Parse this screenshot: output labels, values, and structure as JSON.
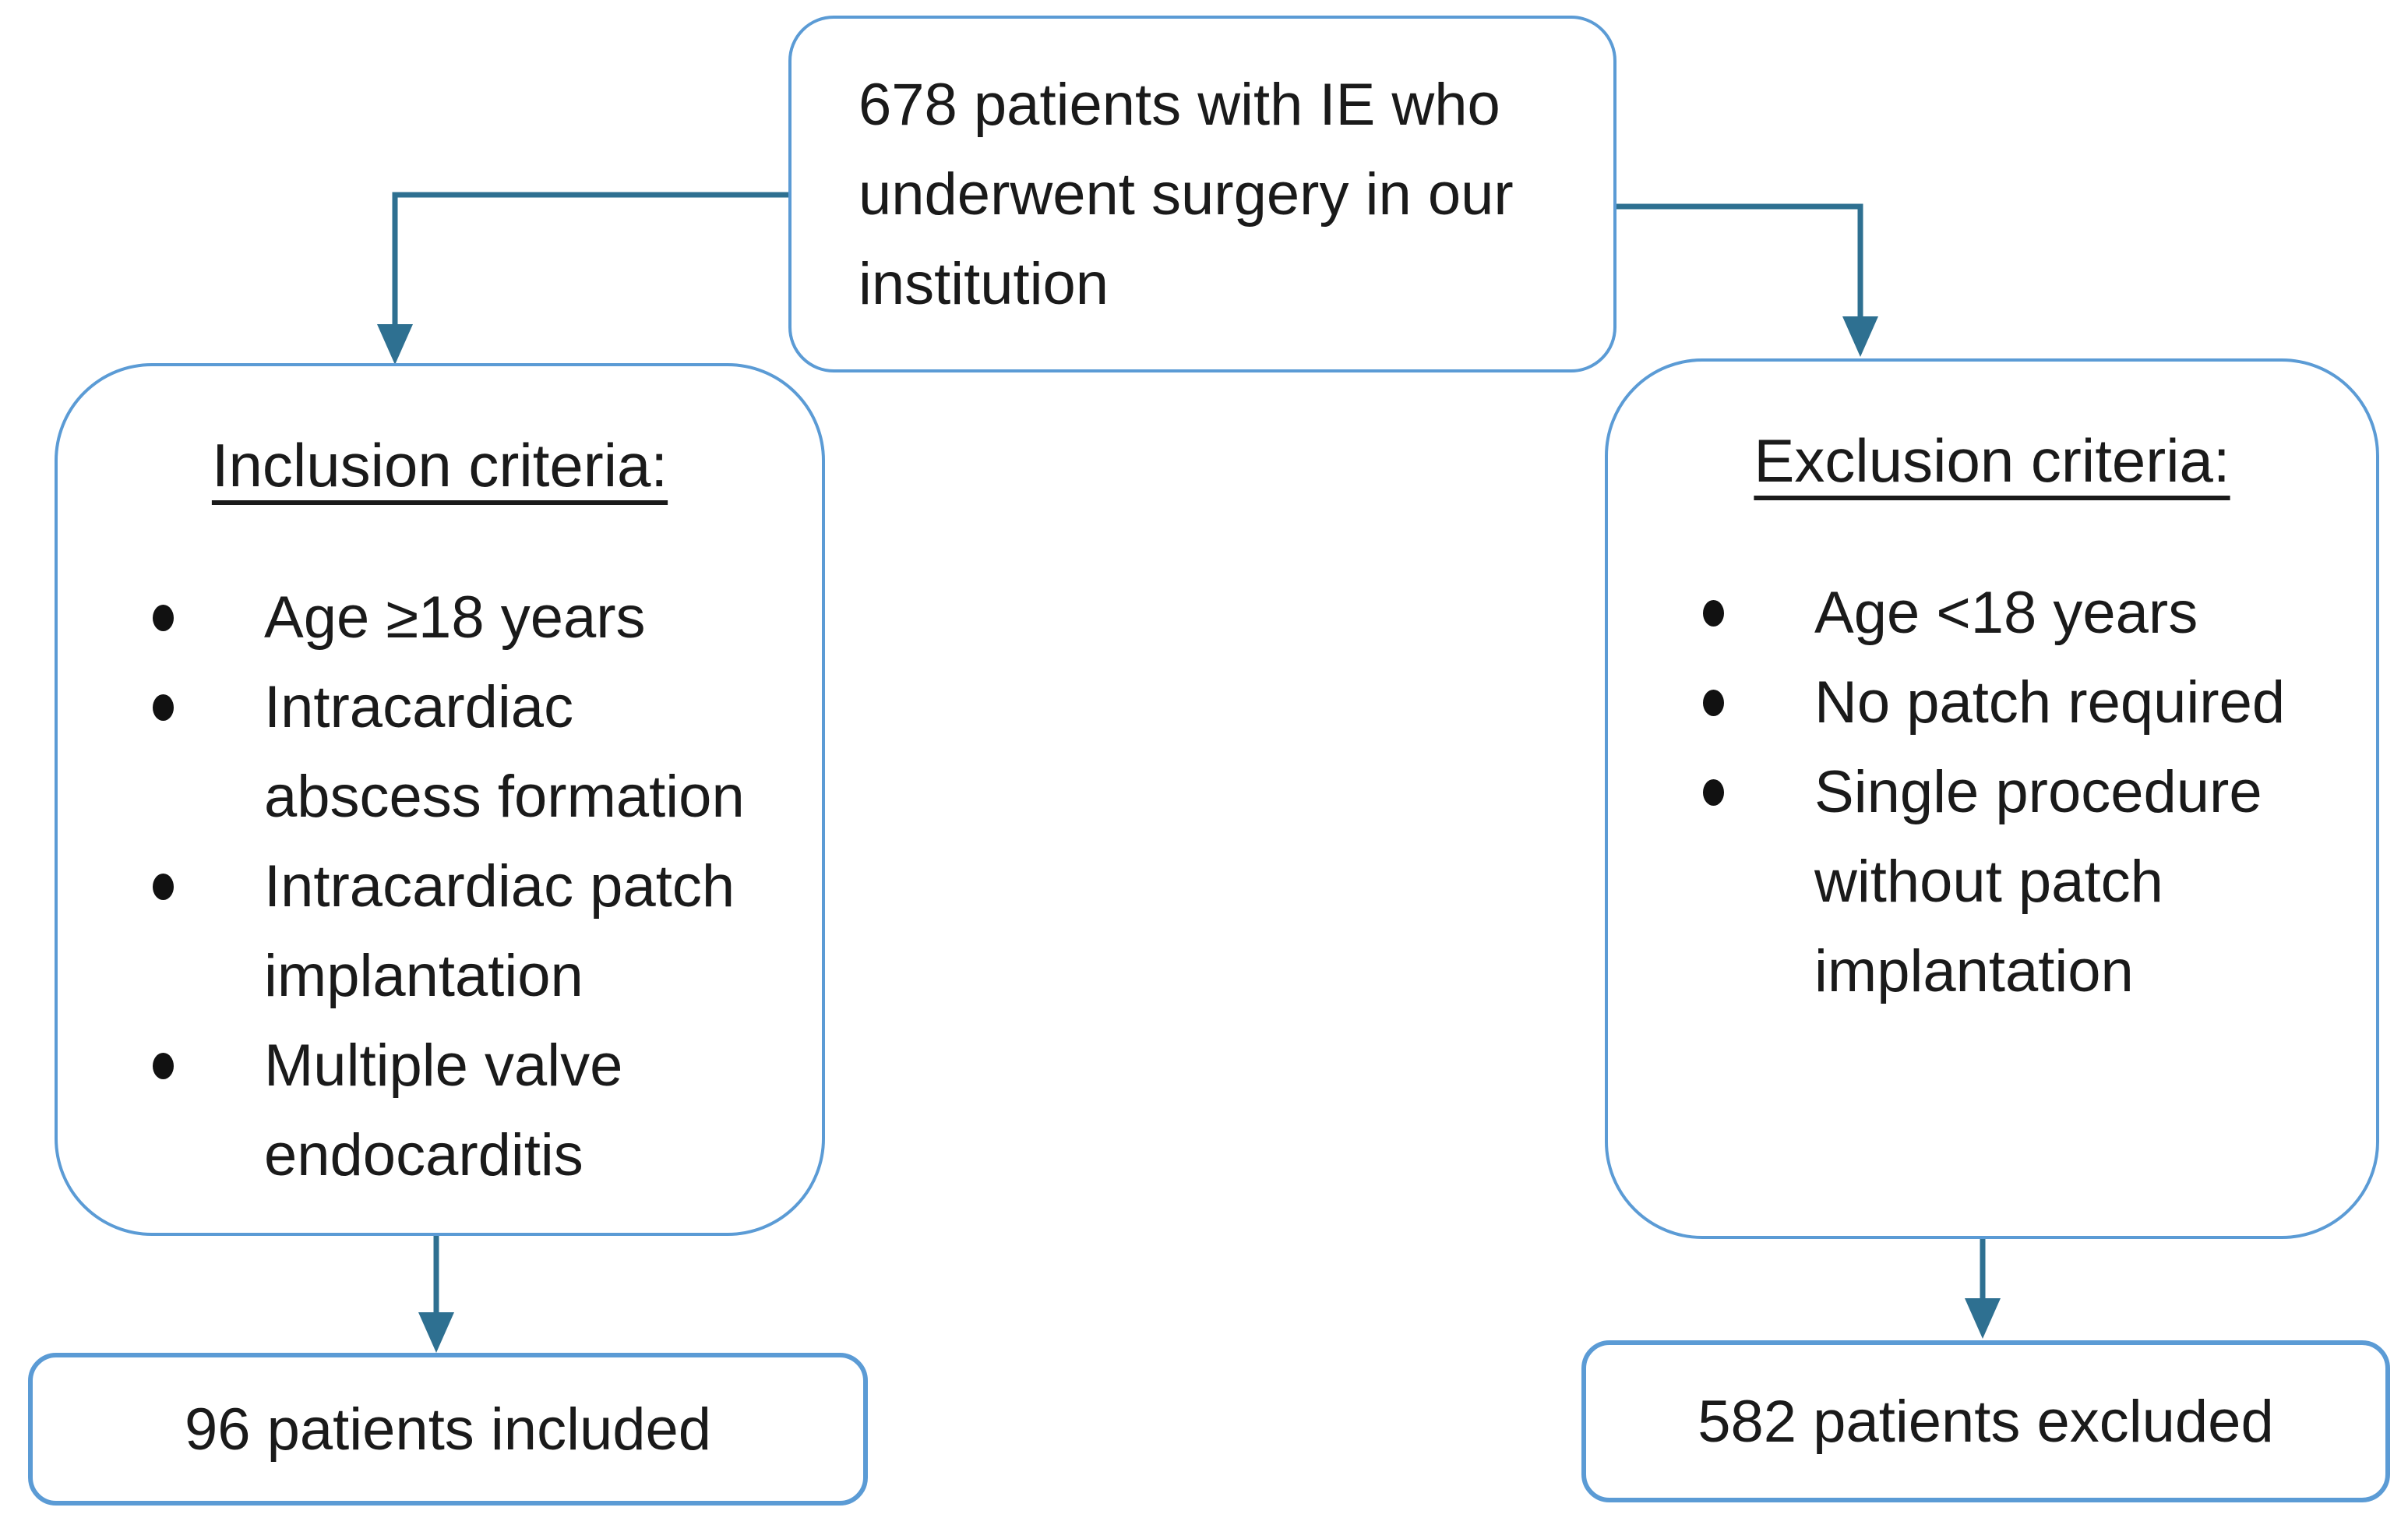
{
  "figure_type": "patient-selection-flowchart",
  "colors": {
    "box_border": "#5B9BD5",
    "connector": "#2E7091",
    "text": "#1a1a1a",
    "bullet": "#111111",
    "background": "#ffffff"
  },
  "boxes": {
    "total": {
      "text": "678 patients with IE who\nunderwent surgery in our\ninstitution"
    },
    "inclusion": {
      "title": "Inclusion criteria:",
      "items": [
        "Age ≥18 years",
        "Intracardiac\nabscess formation",
        "Intracardiac patch\nimplantation",
        "Multiple valve\nendocarditis"
      ]
    },
    "exclusion": {
      "title": "Exclusion criteria:",
      "items": [
        "Age <18 years",
        "No patch required",
        "Single procedure\nwithout patch\nimplantation"
      ]
    },
    "included": {
      "text": "96 patients included"
    },
    "excluded": {
      "text": "582 patients excluded"
    }
  }
}
